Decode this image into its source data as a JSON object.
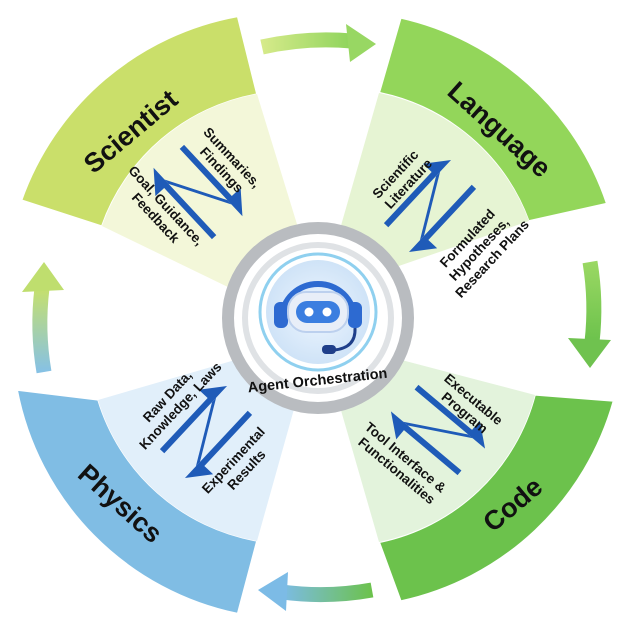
{
  "center": {
    "label": "Agent Orchestration"
  },
  "segments": {
    "scientist": {
      "label": "Scientist",
      "color": "#c9e06a",
      "inner_color": "#f4f8dc",
      "flow_out": [
        "Summaries,",
        "Findings"
      ],
      "flow_in": [
        "Goal, Guidance,",
        "Feedback"
      ]
    },
    "language": {
      "label": "Language",
      "color": "#93d65b",
      "inner_color": "#e6f4d2",
      "flow_out": [
        "Scientific",
        "Literature"
      ],
      "flow_in": [
        "Formulated",
        "Hypotheses,",
        "Research Plans"
      ]
    },
    "code": {
      "label": "Code",
      "color": "#6fc24f",
      "inner_color": "#e4f3dc",
      "flow_out": [
        "Executable",
        "Program"
      ],
      "flow_in": [
        "Tool Interface &",
        "Functionalities"
      ]
    },
    "physics": {
      "label": "Physics",
      "color": "#80bde4",
      "inner_color": "#e2f0fa",
      "flow_out": [
        "Raw Data,",
        "Knowledge, Laws"
      ],
      "flow_in": [
        "Experimental",
        "Results"
      ]
    }
  },
  "colors": {
    "arrow_blue": "#1f5bb8",
    "ring_grey": "#b9bcc0",
    "robot_blue": "#3b7ee0"
  }
}
